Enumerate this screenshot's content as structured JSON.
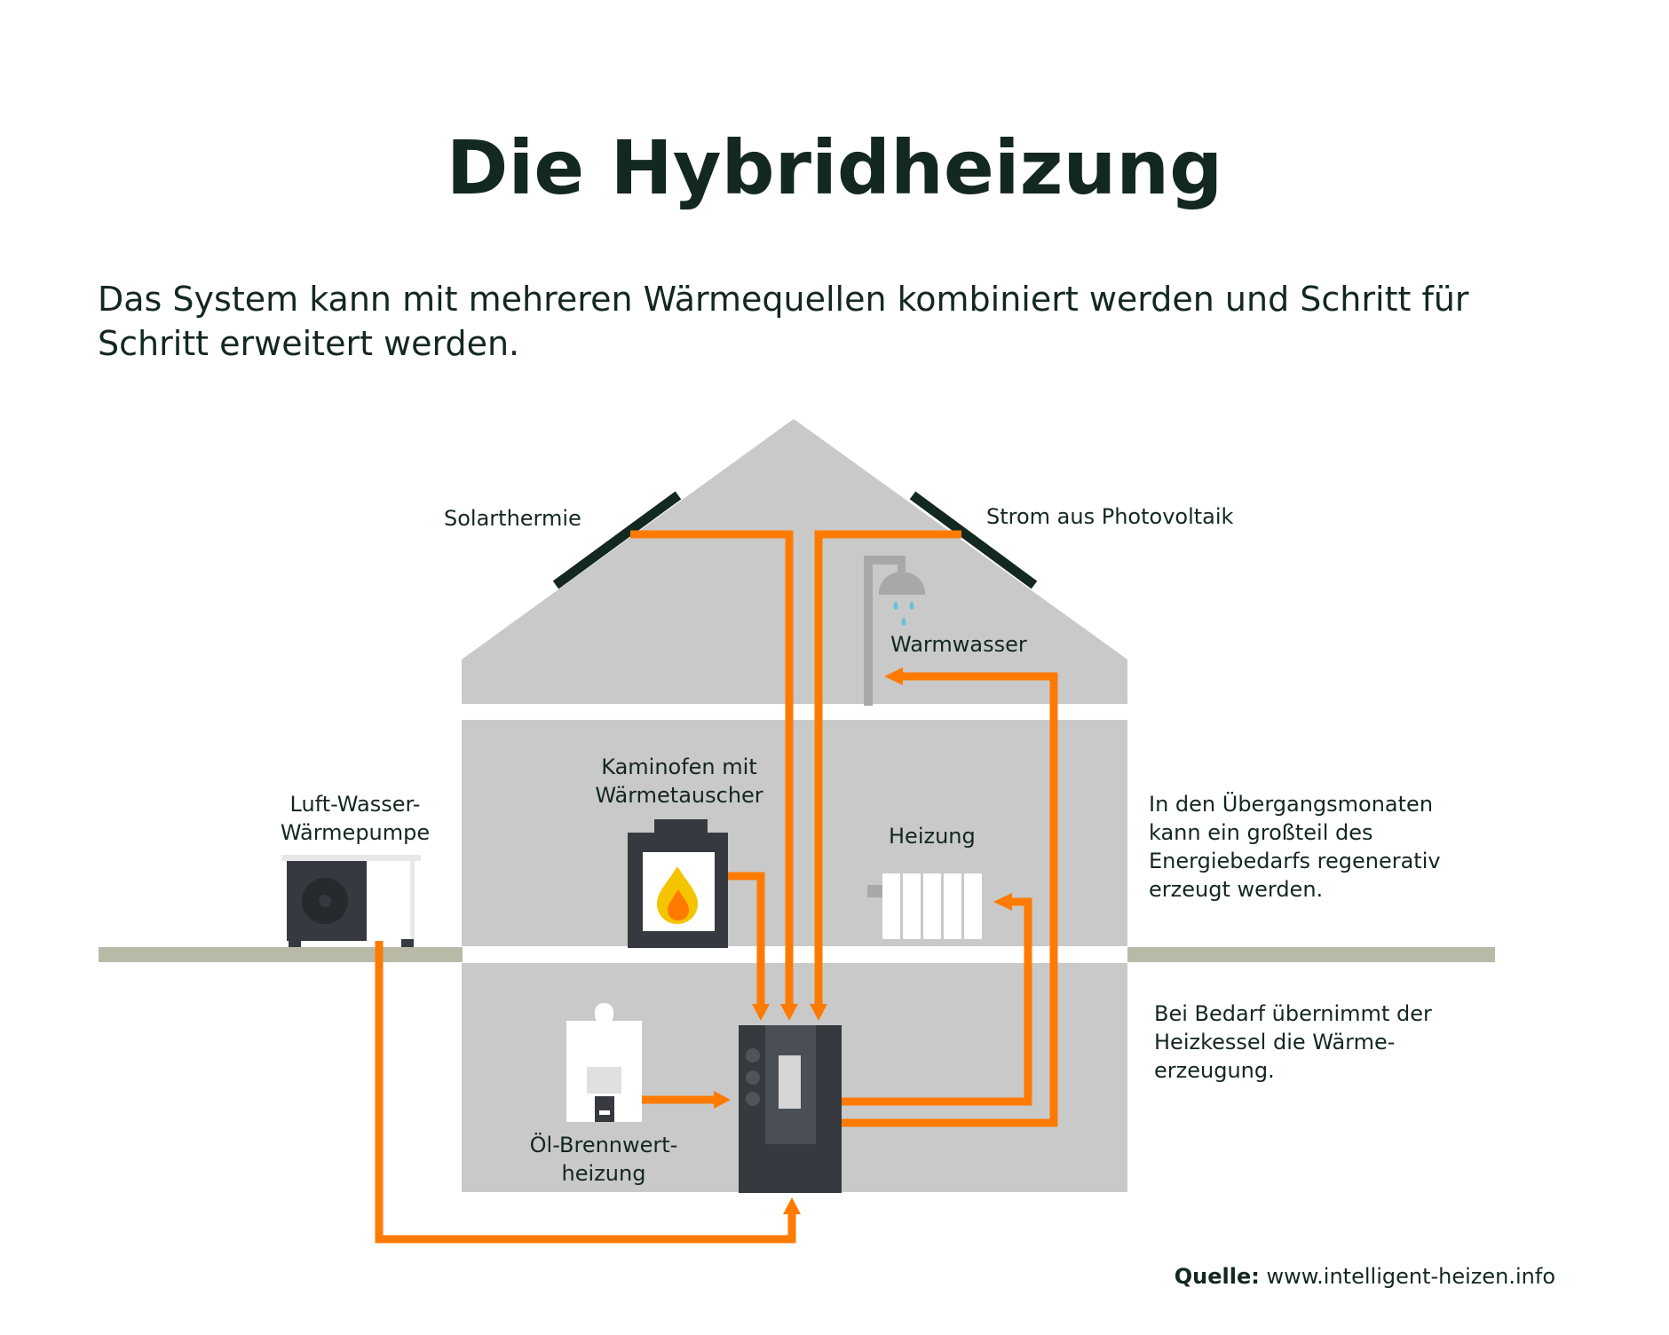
{
  "title": "Die Hybridheizung",
  "subtitle": "Das System kann mit mehreren Wärmequellen kombiniert werden und Schritt für Schritt erweitert werden.",
  "labels": {
    "solarthermie": "Solarthermie",
    "photovoltaik": "Strom aus Photovoltaik",
    "warmwasser": "Warmwasser",
    "kaminofen": "Kaminofen mit\nWärmetauscher",
    "heizung": "Heizung",
    "waermepumpe": "Luft-Wasser-\nWärmepumpe",
    "oel": "Öl-Brennwert-\nheizung"
  },
  "notes": {
    "transition": "In den Übergangsmonaten\nkann ein großteil des\nEnergiebedarfs regenerativ\nerzeugt werden.",
    "demand": "Bei Bedarf übernimmt der\nHeizkessel die Wärme-\nerzeugung."
  },
  "source": {
    "label": "Quelle:",
    "url": "www.intelligent-heizen.info"
  },
  "colors": {
    "house": "#c9c9c9",
    "pipe": "#ff7a00",
    "dark": "#13281e",
    "ground": "#b9b9a8",
    "unit": "#363a40",
    "flame_outer": "#f5c400",
    "flame_inner": "#ff7a00",
    "water_drop": "#5fc3d9"
  },
  "icons": [
    "sun-collector-icon",
    "pv-panel-icon",
    "shower-icon",
    "stove-icon",
    "radiator-icon",
    "heat-pump-icon",
    "oil-boiler-icon",
    "storage-unit-icon"
  ]
}
